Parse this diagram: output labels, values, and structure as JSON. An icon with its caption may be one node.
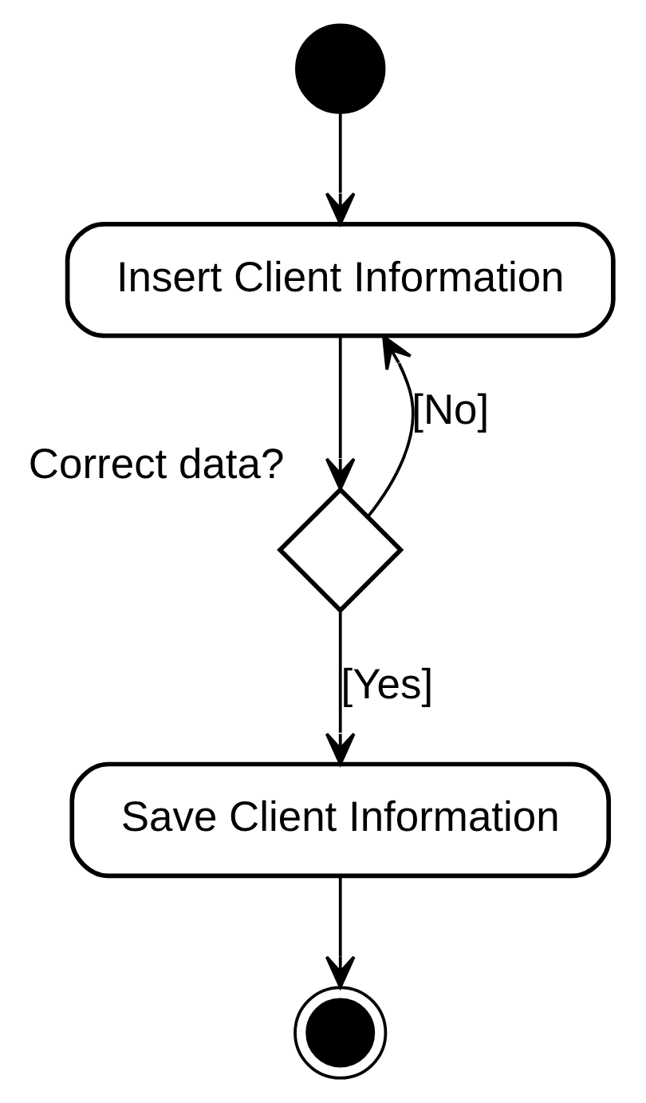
{
  "diagram": {
    "nodes": [
      {
        "text": [],
        "shape": "circle"
      },
      {
        "text": [
          "Insert Client Information"
        ]
      },
      {
        "text": [],
        "shape": "diamond",
        "beside": [
          "Correct data?"
        ]
      },
      {
        "text": [
          "Save Client Information"
        ]
      },
      {
        "text": [],
        "shape": "circle"
      }
    ],
    "edges": [
      {
        "from": 0,
        "to": 1,
        "arrow": "to"
      },
      {
        "from": 1,
        "to": 2,
        "arrow": "to"
      },
      {
        "from": 2,
        "to": 3,
        "arrow": "to",
        "label": "[Yes]"
      },
      {
        "from": 2,
        "to": 1,
        "arrow": "to",
        "label": "[No]"
      },
      {
        "from": 3,
        "to": 4,
        "arrow": "to"
      }
    ]
  }
}
